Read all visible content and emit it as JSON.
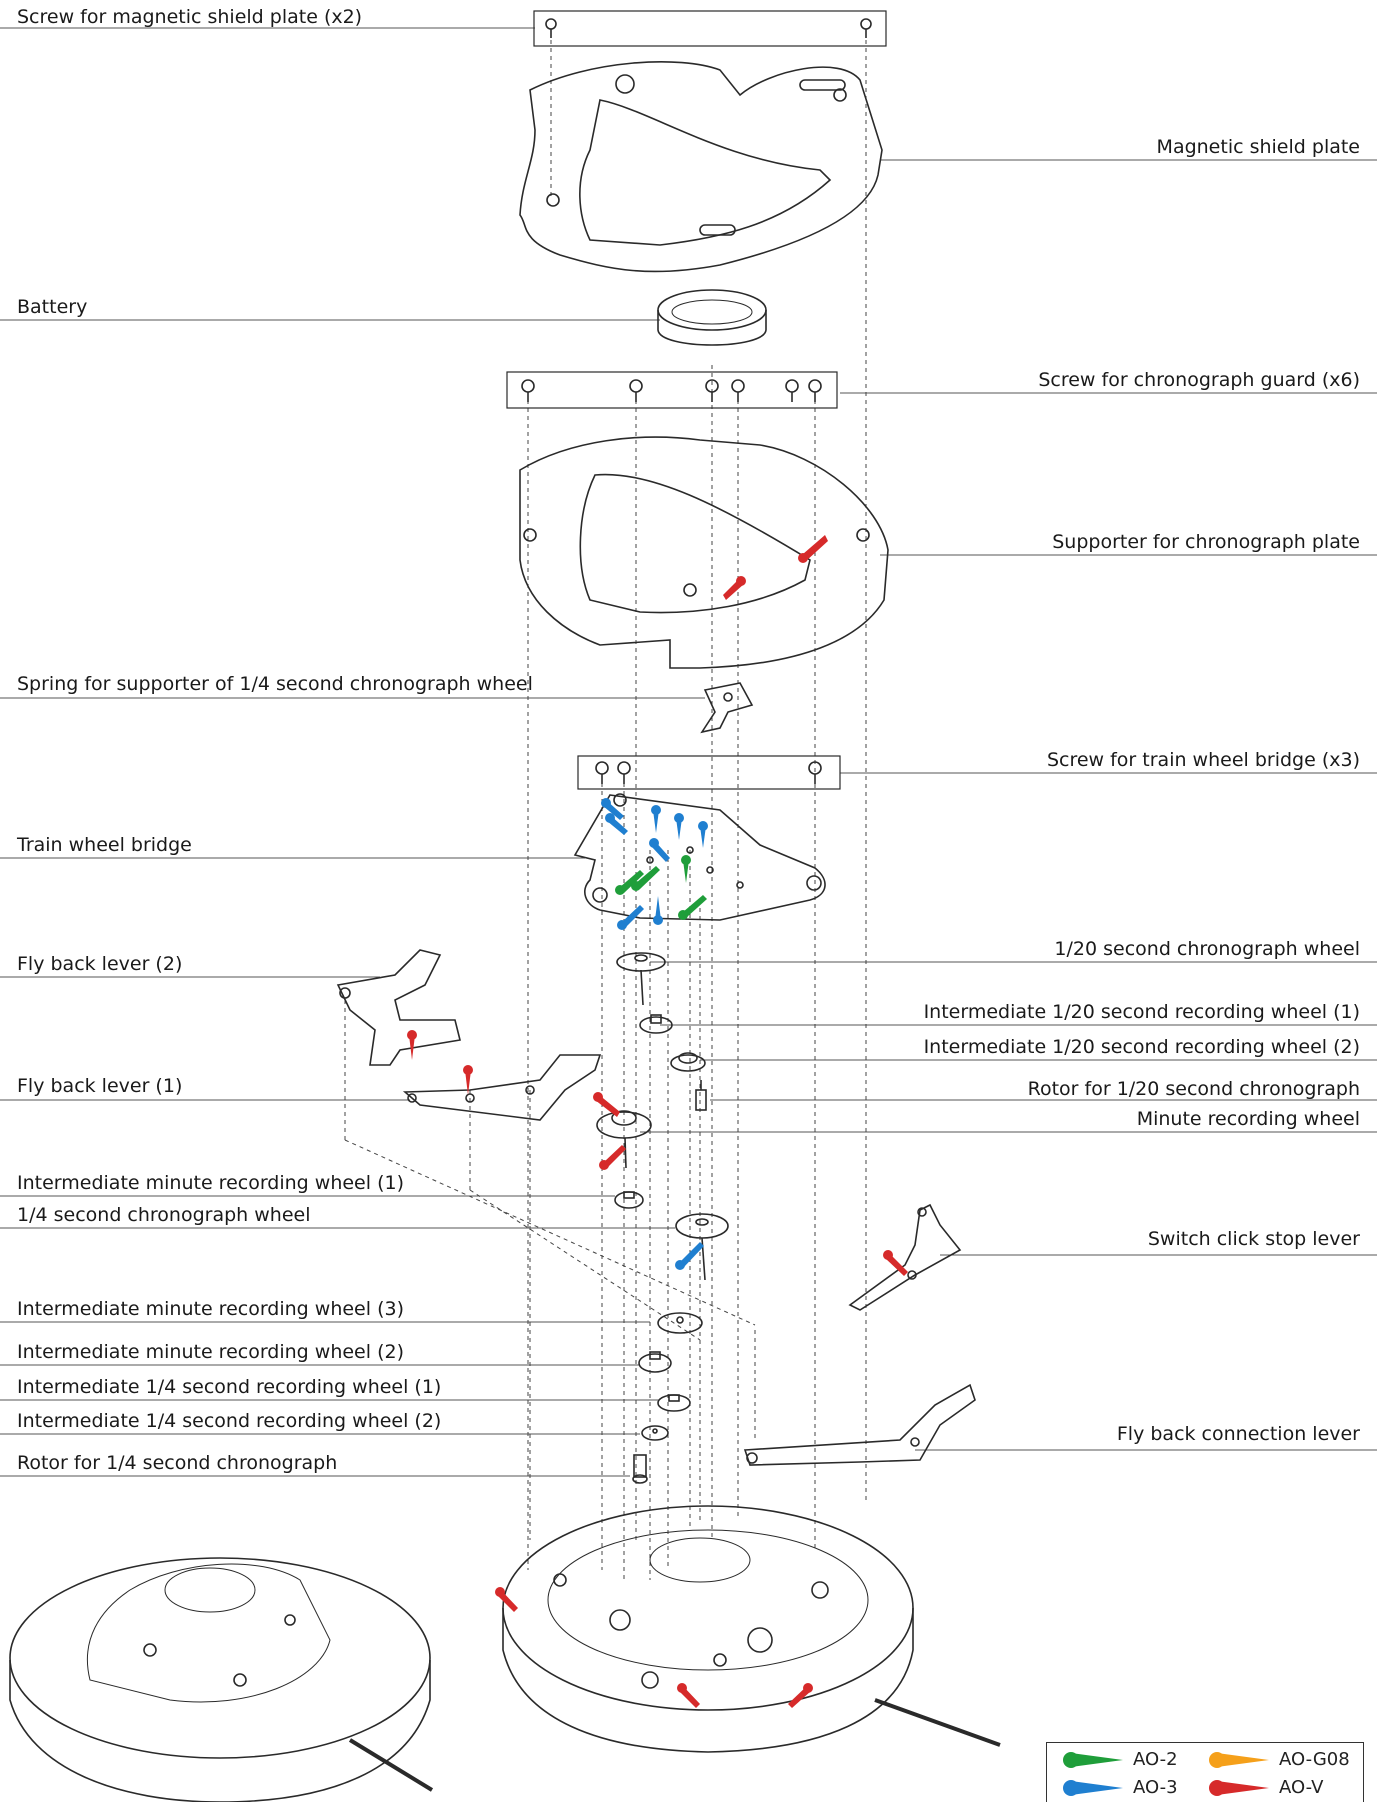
{
  "labels_left": [
    {
      "id": "screw-magnetic-shield-plate",
      "text": "Screw for magnetic shield plate (x2)"
    },
    {
      "id": "battery",
      "text": "Battery"
    },
    {
      "id": "spring-supporter-quarter-second-wheel",
      "text": "Spring for supporter of 1/4 second chronograph wheel"
    },
    {
      "id": "train-wheel-bridge",
      "text": "Train wheel bridge"
    },
    {
      "id": "fly-back-lever-2",
      "text": "Fly back lever (2)"
    },
    {
      "id": "fly-back-lever-1",
      "text": "Fly back lever (1)"
    },
    {
      "id": "intermediate-minute-recording-wheel-1",
      "text": "Intermediate minute recording wheel (1)"
    },
    {
      "id": "quarter-second-chronograph-wheel",
      "text": "1/4 second chronograph wheel"
    },
    {
      "id": "intermediate-minute-recording-wheel-3",
      "text": "Intermediate minute recording wheel (3)"
    },
    {
      "id": "intermediate-minute-recording-wheel-2",
      "text": "Intermediate minute recording wheel (2)"
    },
    {
      "id": "intermediate-quarter-second-recording-wheel-1",
      "text": "Intermediate 1/4 second recording wheel (1)"
    },
    {
      "id": "intermediate-quarter-second-recording-wheel-2",
      "text": "Intermediate 1/4 second recording wheel (2)"
    },
    {
      "id": "rotor-quarter-second-chronograph",
      "text": "Rotor for 1/4 second chronograph"
    }
  ],
  "labels_right": [
    {
      "id": "magnetic-shield-plate",
      "text": "Magnetic shield plate"
    },
    {
      "id": "screw-chronograph-guard",
      "text": "Screw for chronograph guard (x6)"
    },
    {
      "id": "supporter-chronograph-plate",
      "text": "Supporter for chronograph plate"
    },
    {
      "id": "screw-train-wheel-bridge",
      "text": "Screw for train wheel bridge (x3)"
    },
    {
      "id": "twentieth-second-chronograph-wheel",
      "text": "1/20 second chronograph wheel"
    },
    {
      "id": "intermediate-twentieth-second-recording-wheel-1",
      "text": "Intermediate 1/20 second recording wheel (1)"
    },
    {
      "id": "intermediate-twentieth-second-recording-wheel-2",
      "text": "Intermediate 1/20 second recording wheel (2)"
    },
    {
      "id": "rotor-twentieth-second-chronograph",
      "text": "Rotor for 1/20 second chronograph"
    },
    {
      "id": "minute-recording-wheel",
      "text": "Minute recording wheel"
    },
    {
      "id": "switch-click-stop-lever",
      "text": "Switch click stop lever"
    },
    {
      "id": "fly-back-connection-lever",
      "text": "Fly back connection lever"
    }
  ],
  "legend": [
    {
      "label": "AO-2",
      "color": "#1f9e3a"
    },
    {
      "label": "AO-G08",
      "color": "#f5a01a"
    },
    {
      "label": "AO-3",
      "color": "#1f7fd0"
    },
    {
      "label": "AO-V",
      "color": "#d62a2a"
    }
  ],
  "colors": {
    "line": "#2a2a2a",
    "leader": "#555555",
    "ao2": "#1f9e3a",
    "ao3": "#1f7fd0",
    "aog08": "#f5a01a",
    "aov": "#d62a2a"
  }
}
